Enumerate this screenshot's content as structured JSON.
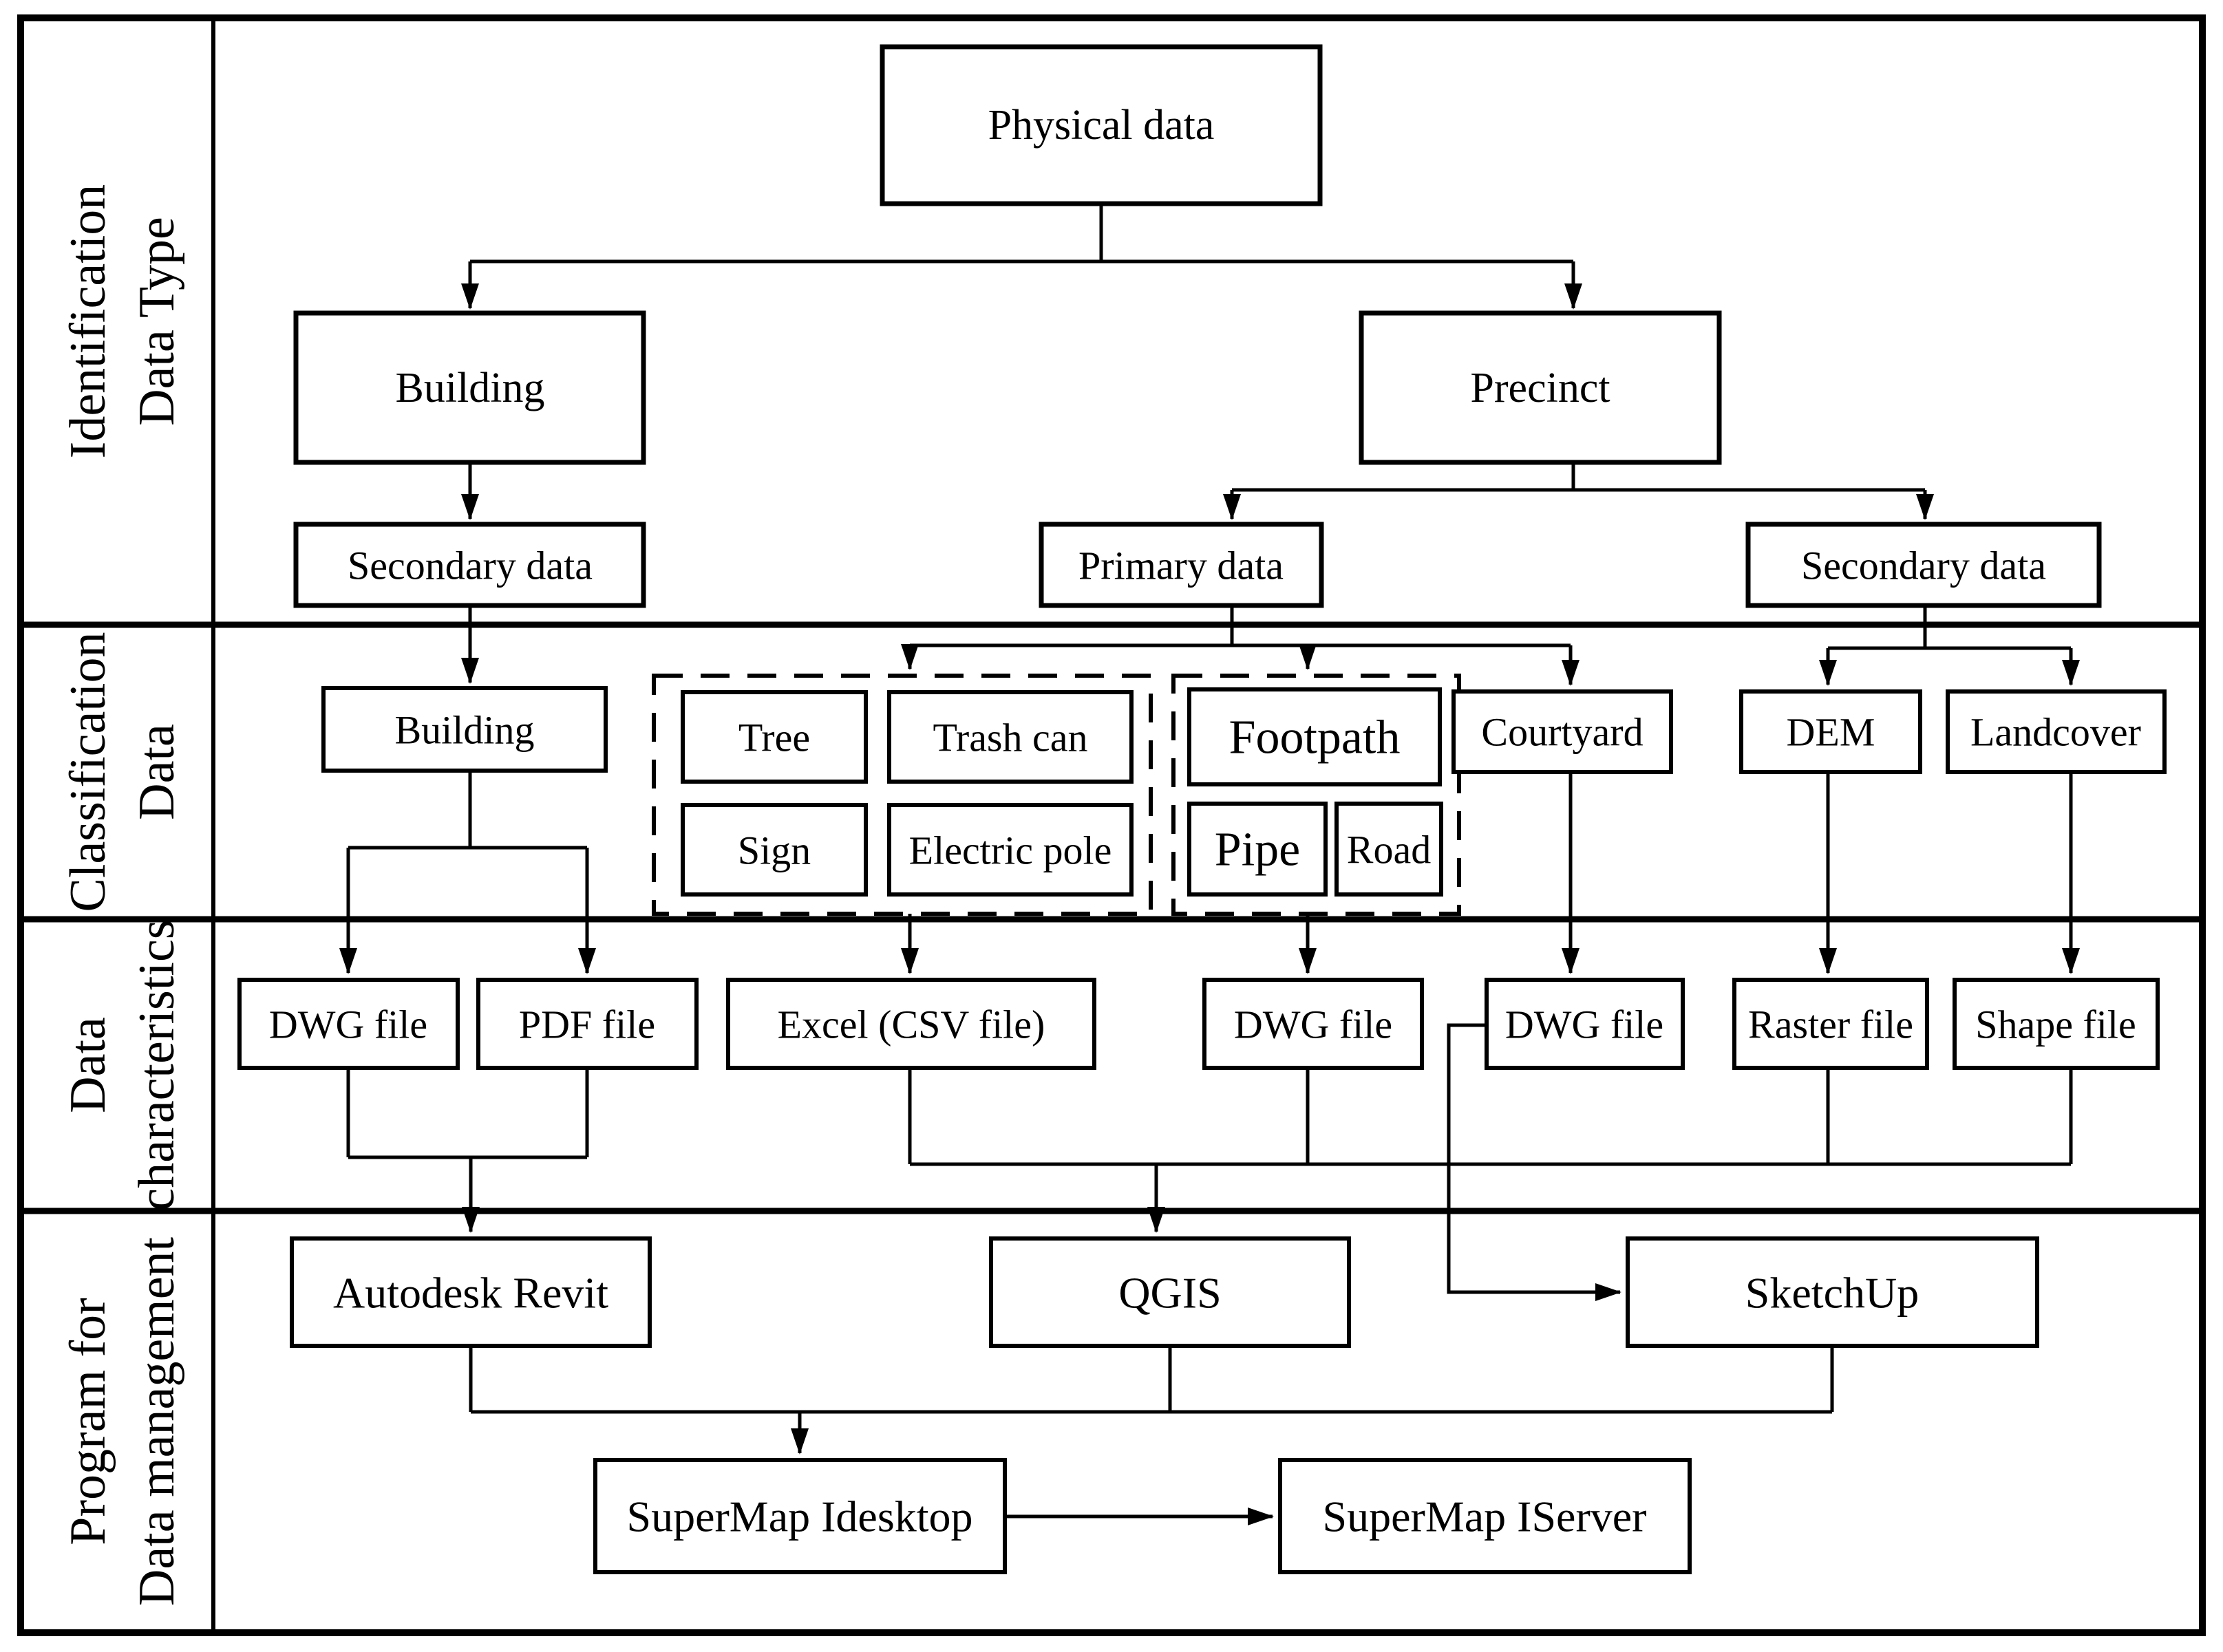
{
  "rows": [
    {
      "label_line1": "Identification",
      "label_line2": "Data Type"
    },
    {
      "label_line1": "Classification",
      "label_line2": "Data"
    },
    {
      "label_line1": "Data",
      "label_line2": "characteristics"
    },
    {
      "label_line1": "Program for",
      "label_line2": "Data management"
    }
  ],
  "nodes": {
    "physical_data": "Physical data",
    "building_type": "Building",
    "precinct": "Precinct",
    "secondary_data_building": "Secondary data",
    "primary_data": "Primary data",
    "secondary_data_precinct": "Secondary data",
    "building_class": "Building",
    "tree": "Tree",
    "trash_can": "Trash can",
    "sign": "Sign",
    "electric_pole": "Electric pole",
    "footpath": "Footpath",
    "pipe": "Pipe",
    "road": "Road",
    "courtyard": "Courtyard",
    "dem": "DEM",
    "landcover": "Landcover",
    "dwg_file_building": "DWG file",
    "pdf_file": "PDF file",
    "excel_csv": "Excel (CSV file)",
    "dwg_file_footpath": "DWG file",
    "dwg_file_courtyard": "DWG file",
    "raster_file": "Raster file",
    "shape_file": "Shape file",
    "autodesk_revit": "Autodesk Revit",
    "qgis": "QGIS",
    "sketchup": "SketchUp",
    "supermap_idesktop": "SuperMap Idesktop",
    "supermap_iserver": "SuperMap IServer"
  },
  "colors": {
    "stroke": "#000000",
    "background": "#ffffff",
    "box_fill": "#ffffff"
  }
}
